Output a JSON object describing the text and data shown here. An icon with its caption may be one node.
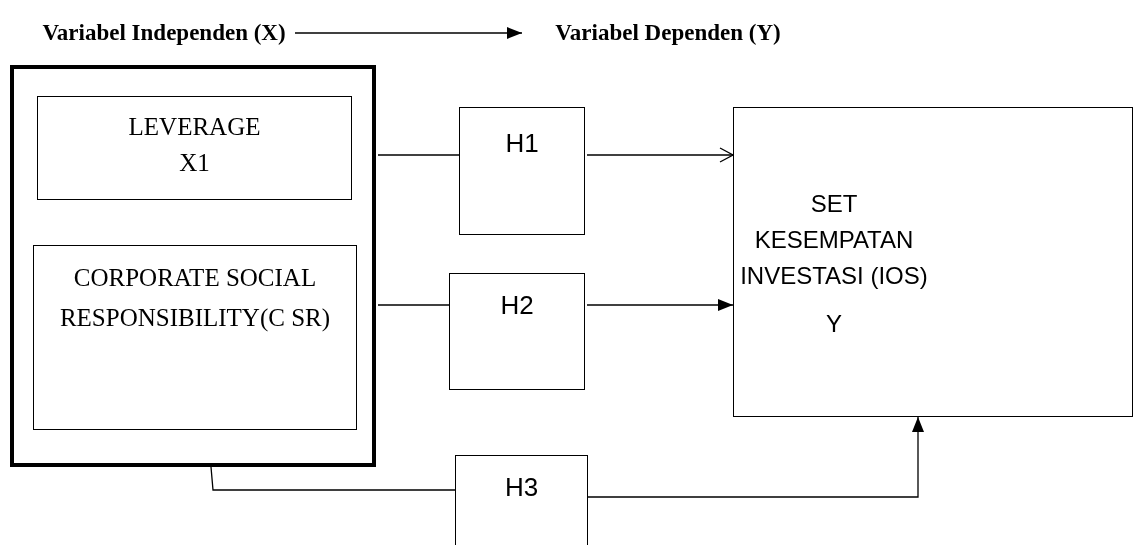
{
  "diagram": {
    "nodes": [
      {
        "text": [
          "Variabel Independen (X)"
        ]
      },
      {
        "text": [
          "Variabel Dependen (Y)"
        ]
      },
      {
        "text": [],
        "shape": "box"
      },
      {
        "text": [
          "LEVERAGE X1"
        ],
        "in": 2
      },
      {
        "text": [
          "CORPORATE SOCIAL RESPONSIBILITY(C SR)"
        ],
        "in": 2
      },
      {
        "text": [
          "H1"
        ]
      },
      {
        "text": [
          "H2"
        ]
      },
      {
        "text": [
          "H3"
        ]
      },
      {
        "text": [
          "SET KESEMPATAN INVESTASI (IOS)",
          "Y"
        ]
      }
    ],
    "edges": [
      {
        "from": 0,
        "to": 1,
        "arrow": "to"
      },
      {
        "from": 2,
        "to": 5,
        "arrow": "none"
      },
      {
        "from": 5,
        "to": 8,
        "arrow": "to"
      },
      {
        "from": 2,
        "to": 6,
        "arrow": "none"
      },
      {
        "from": 6,
        "to": 8,
        "arrow": "to"
      },
      {
        "from": 2,
        "to": 7,
        "arrow": "none"
      },
      {
        "from": 7,
        "to": 8,
        "arrow": "to"
      }
    ]
  }
}
